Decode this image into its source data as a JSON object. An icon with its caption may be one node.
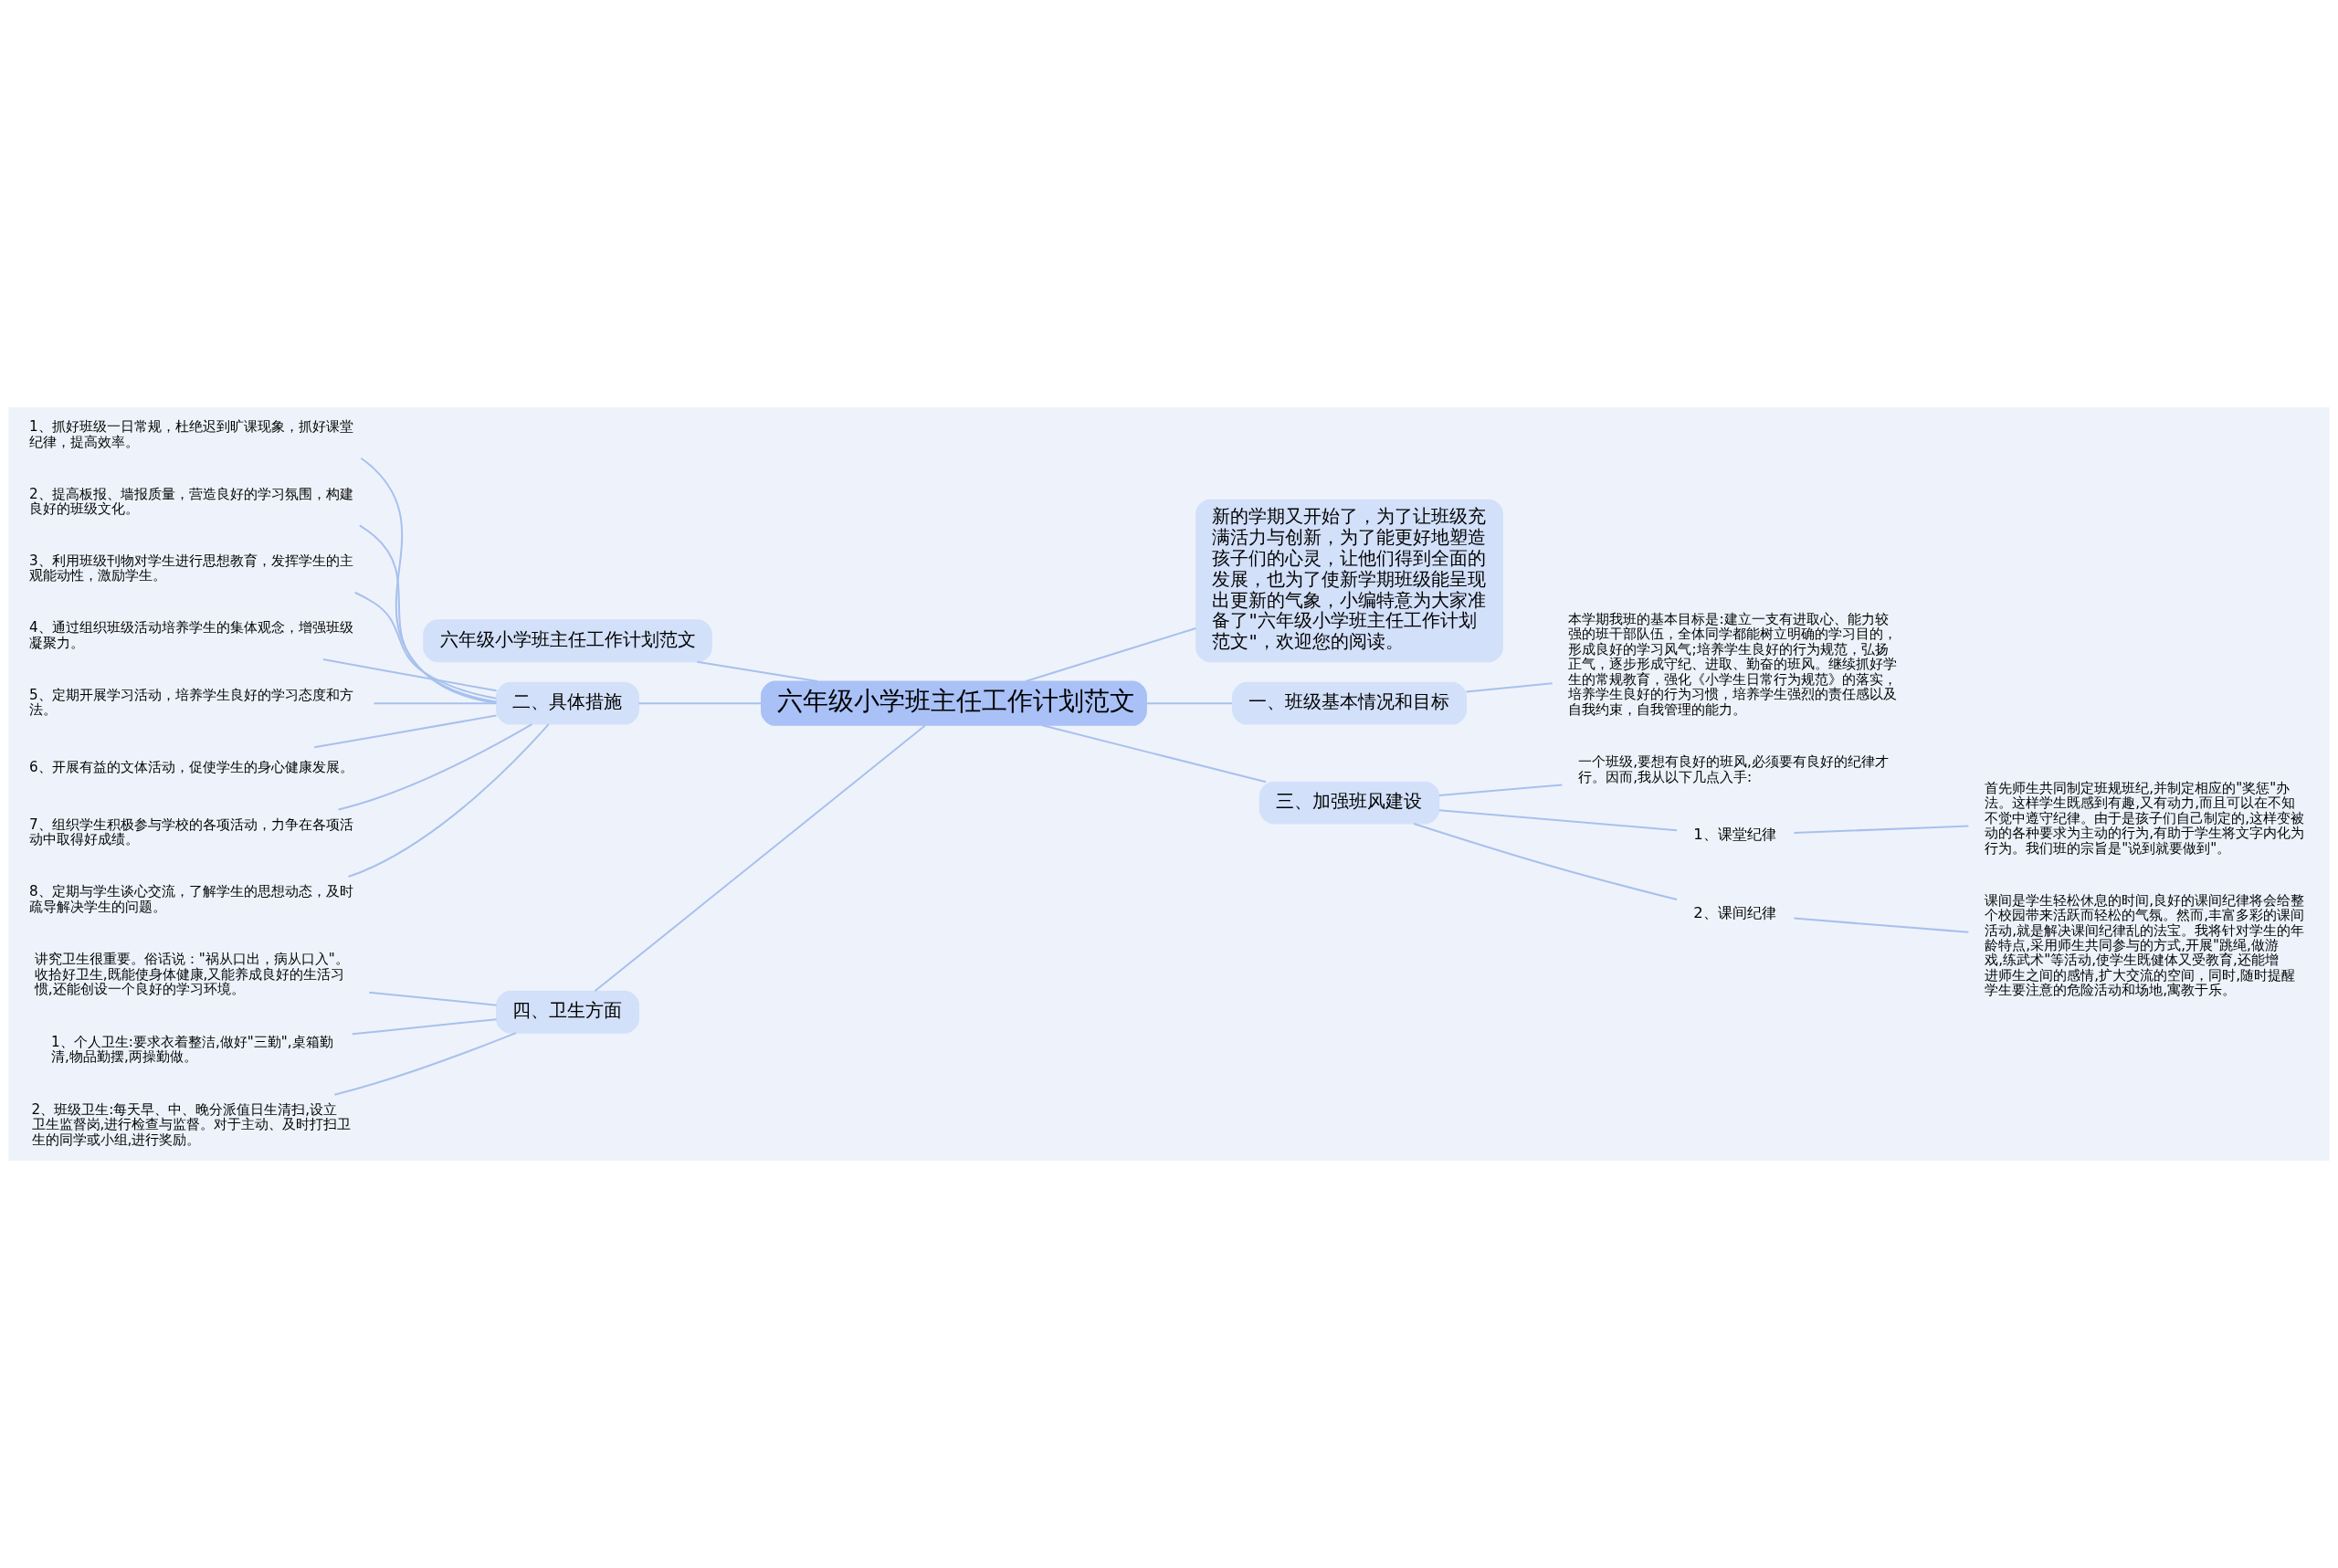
{
  "diagram": {
    "nodes": [
      {
        "text": [
          "六年级小学班主任工作计划范文"
        ]
      },
      {
        "text": [
          "六年级小学班主任工作计划范文"
        ]
      },
      {
        "text": [
          "新的学期又开始了，为了让班级充满活力与创新，为了能更好地塑造孩子们的心灵，让他们得到全面的发展，也为了使新学期班级能呈现出更新的气象，小编特意为大家准备了\"六年级小学班主任工作计划范文\"，欢迎您的阅读。"
        ]
      },
      {
        "text": [
          "二、具体措施"
        ]
      },
      {
        "text": [
          "1、抓好班级一日常规，杜绝迟到旷课现象，抓好课堂纪律，提高效率。"
        ]
      },
      {
        "text": [
          "2、提高板报、墙报质量，营造良好的学习氛围，构建良好的班级文化。"
        ]
      },
      {
        "text": [
          "3、利用班级刊物对学生进行思想教育，发挥学生的主观能动性，激励学生。"
        ]
      },
      {
        "text": [
          "4、通过组织班级活动培养学生的集体观念，增强班级凝聚力。"
        ]
      },
      {
        "text": [
          "5、定期开展学习活动，培养学生良好的学习态度和方法。"
        ]
      },
      {
        "text": [
          "6、开展有益的文体活动，促使学生的身心健康发展。"
        ]
      },
      {
        "text": [
          "7、组织学生积极参与学校的各项活动，力争在各项活动中取得好成绩。"
        ]
      },
      {
        "text": [
          "8、定期与学生谈心交流，了解学生的思想动态，及时疏导解决学生的问题。"
        ]
      },
      {
        "text": [
          "一、班级基本情况和目标"
        ]
      },
      {
        "text": [
          "本学期我班的基本目标是:建立一支有进取心、能力较强的班干部队伍，全体同学都能树立明确的学习目的，形成良好的学习风气;培养学生良好的行为规范，弘扬正气，逐步形成守纪、进取、勤奋的班风。继续抓好学生的常规教育，强化《小学生日常行为规范》的落实，培养学生良好的行为习惯，培养学生强烈的责任感以及自我约束，自我管理的能力。"
        ]
      },
      {
        "text": [
          "三、加强班风建设"
        ]
      },
      {
        "text": [
          "一个班级,要想有良好的班风,必须要有良好的纪律才行。因而,我从以下几点入手:"
        ]
      },
      {
        "text": [
          "1、课堂纪律"
        ]
      },
      {
        "text": [
          "首先师生共同制定班规班纪,并制定相应的\"奖惩\"办法。这样学生既感到有趣,又有动力,而且可以在不知不觉中遵守纪律。由于是孩子们自己制定的,这样变被动的各种要求为主动的行为,有助于学生将文字内化为行为。我们班的宗旨是\"说到就要做到\"。"
        ]
      },
      {
        "text": [
          "2、课间纪律"
        ]
      },
      {
        "text": [
          "课间是学生轻松休息的时间,良好的课间纪律将会给整个校园带来活跃而轻松的气氛。然而,丰富多彩的课间活动,就是解决课间纪律乱的法宝。我将针对学生的年龄特点,采用师生共同参与的方式,开展\"跳绳,做游戏,练武术\"等活动,使学生既健体又受教育,还能增进师生之间的感情,扩大交流的空间，同时,随时提醒学生要注意的危险活动和场地,寓教于乐。"
        ]
      },
      {
        "text": [
          "四、卫生方面"
        ]
      },
      {
        "text": [
          "讲究卫生很重要。俗话说：\"祸从口出，病从口入\"。收拾好卫生,既能使身体健康,又能养成良好的生活习惯,还能创设一个良好的学习环境。"
        ]
      },
      {
        "text": [
          "1、个人卫生:要求衣着整洁,做好\"三勤\",桌箱勤清,物品勤摆,两操勤做。"
        ]
      },
      {
        "text": [
          "2、班级卫生:每天早、中、晚分派值日生清扫,设立卫生监督岗,进行检查与监督。对于主动、及时打扫卫生的同学或小组,进行奖励。"
        ]
      }
    ],
    "edges": [
      {
        "from": 0,
        "to": 1,
        "arrow": "none"
      },
      {
        "from": 0,
        "to": 2,
        "arrow": "none"
      },
      {
        "from": 0,
        "to": 3,
        "arrow": "none"
      },
      {
        "from": 3,
        "to": 4,
        "arrow": "none"
      },
      {
        "from": 3,
        "to": 5,
        "arrow": "none"
      },
      {
        "from": 3,
        "to": 6,
        "arrow": "none"
      },
      {
        "from": 3,
        "to": 7,
        "arrow": "none"
      },
      {
        "from": 3,
        "to": 8,
        "arrow": "none"
      },
      {
        "from": 3,
        "to": 9,
        "arrow": "none"
      },
      {
        "from": 3,
        "to": 10,
        "arrow": "none"
      },
      {
        "from": 3,
        "to": 11,
        "arrow": "none"
      },
      {
        "from": 0,
        "to": 12,
        "arrow": "none"
      },
      {
        "from": 12,
        "to": 13,
        "arrow": "none"
      },
      {
        "from": 0,
        "to": 14,
        "arrow": "none"
      },
      {
        "from": 14,
        "to": 15,
        "arrow": "none"
      },
      {
        "from": 14,
        "to": 16,
        "arrow": "none"
      },
      {
        "from": 16,
        "to": 17,
        "arrow": "none"
      },
      {
        "from": 14,
        "to": 18,
        "arrow": "none"
      },
      {
        "from": 18,
        "to": 19,
        "arrow": "none"
      },
      {
        "from": 0,
        "to": 20,
        "arrow": "none"
      },
      {
        "from": 20,
        "to": 21,
        "arrow": "none"
      },
      {
        "from": 20,
        "to": 22,
        "arrow": "none"
      },
      {
        "from": 20,
        "to": 23,
        "arrow": "none"
      }
    ]
  }
}
